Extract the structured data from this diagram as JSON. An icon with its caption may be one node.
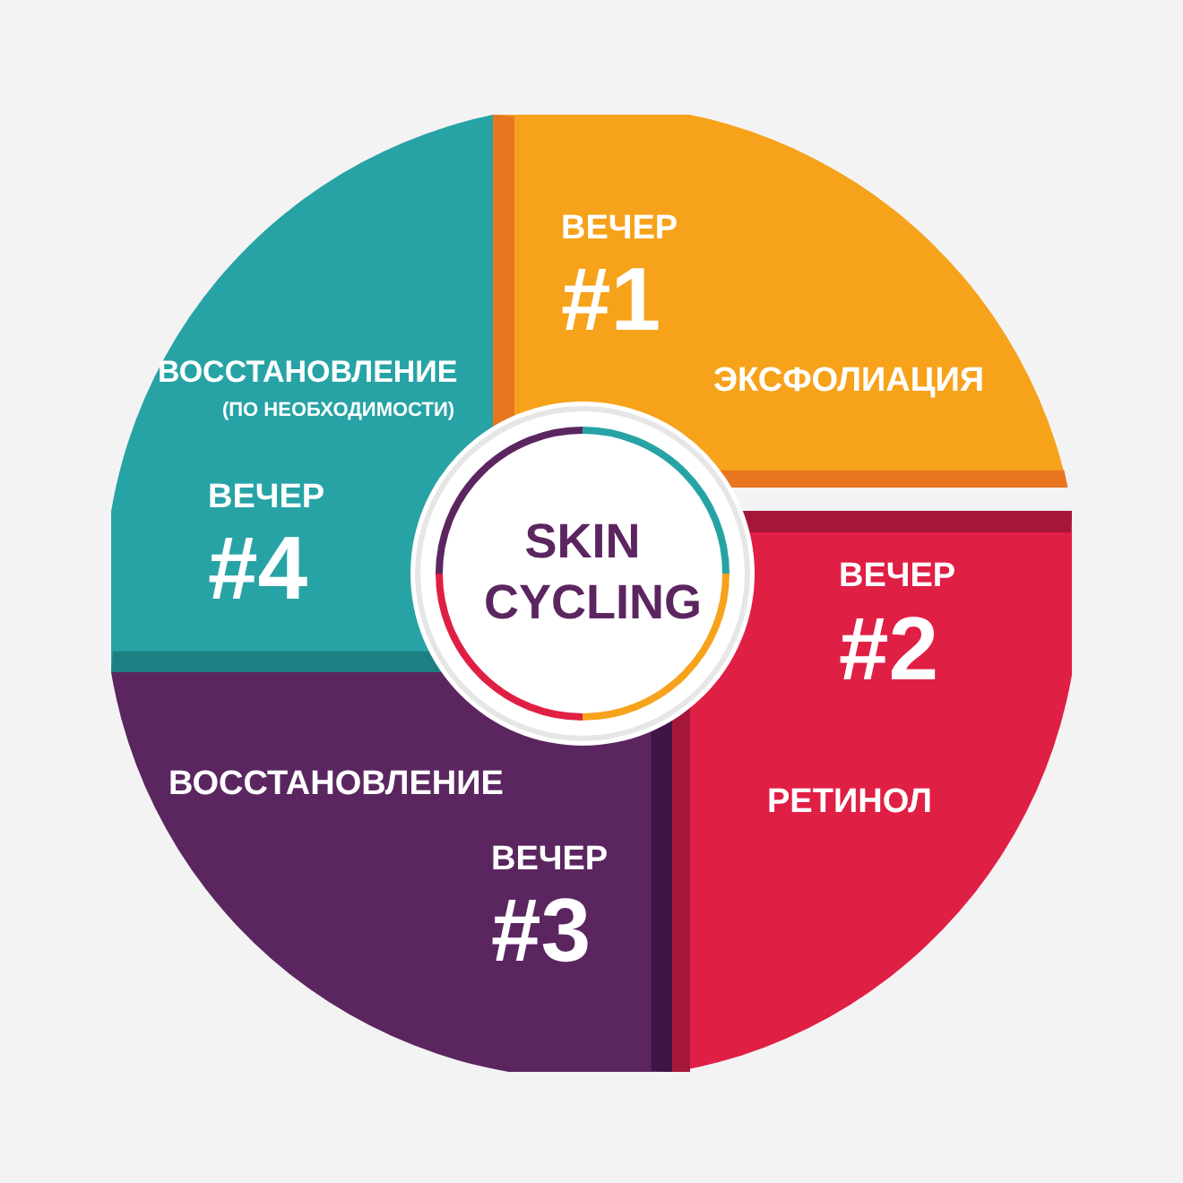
{
  "diagram": {
    "nodes": [
      {
        "text": [
          "ВЕЧЕР",
          "#1",
          "ЭКСФОЛИАЦИЯ"
        ]
      },
      {
        "text": [
          "ВЕЧЕР",
          "#2",
          "РЕТИНОЛ"
        ]
      },
      {
        "text": [
          "ВОССТАНОВЛЕНИЕ",
          "ВЕЧЕР",
          "#3"
        ]
      },
      {
        "text": [
          "ВОССТАНОВЛЕНИЕ",
          "(ПО НЕОБХОДИМОСТИ)",
          "ВЕЧЕР",
          "#4"
        ]
      },
      {
        "text": [
          "SKIN CYCLING"
        ]
      }
    ]
  }
}
